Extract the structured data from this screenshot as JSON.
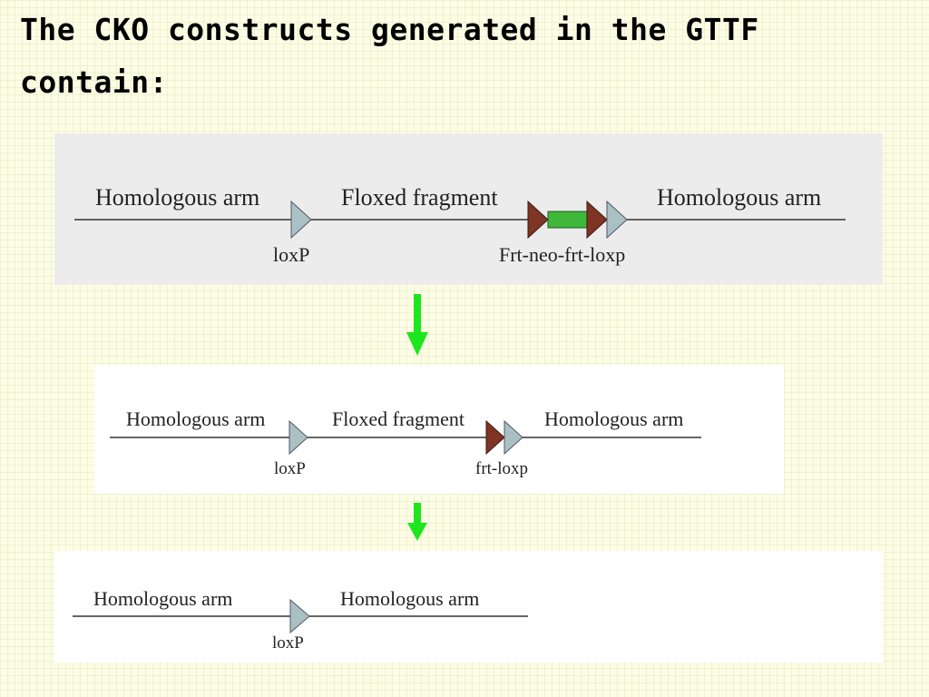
{
  "title": "The CKO constructs generated in the GTTF contain:",
  "colors": {
    "loxp": "#a9c1c4",
    "frt": "#7f3424",
    "neo": "#3fb73a",
    "flow_arrow": "#1ee61e"
  },
  "constructs": [
    {
      "labels": {
        "left_arm": "Homologous arm",
        "fragment": "Floxed fragment",
        "right_arm": "Homologous arm",
        "site_1": "loxP",
        "cassette": "Frt-neo-frt-loxp"
      }
    },
    {
      "labels": {
        "left_arm": "Homologous arm",
        "fragment": "Floxed fragment",
        "right_arm": "Homologous arm",
        "site_1": "loxP",
        "cassette": "frt-loxp"
      }
    },
    {
      "labels": {
        "left_arm": "Homologous arm",
        "right_arm": "Homologous arm",
        "site_1": "loxP"
      }
    }
  ]
}
